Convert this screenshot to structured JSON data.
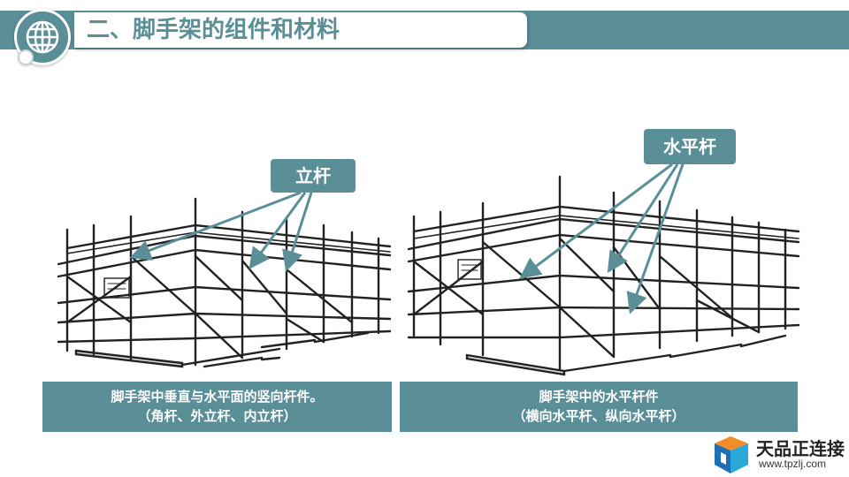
{
  "header": {
    "title": "二、脚手架的组件和材料"
  },
  "left_panel": {
    "label": "立杆",
    "caption_line1": "脚手架中垂直与水平面的竖向杆件。",
    "caption_line2": "（角杆、外立杆、内立杆）"
  },
  "right_panel": {
    "label": "水平杆",
    "caption_line1": "脚手架中的水平杆件",
    "caption_line2": "（横向水平杆、纵向水平杆）"
  },
  "logo": {
    "name": "天品正连接",
    "url": "www.tpzlj.com"
  },
  "colors": {
    "accent": "#5b8f98",
    "drawing": "#222222"
  }
}
